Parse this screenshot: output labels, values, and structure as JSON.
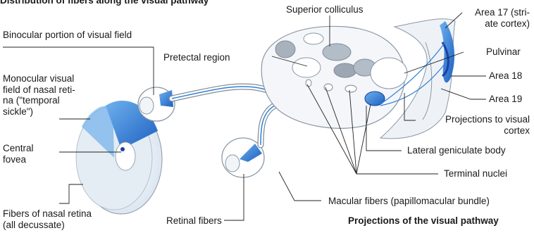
{
  "title": "Distribution of fibers along the visual pathway",
  "caption": "Projections of the visual pathway",
  "labels": {
    "binocular": "Binocular portion of visual field",
    "monocular": [
      "Monocular visual",
      "field of nasal reti-",
      "na (\"temporal",
      "sickle\")"
    ],
    "central_fovea": [
      "Central",
      "fovea"
    ],
    "nasal_retina": [
      "Fibers of nasal retina",
      "(all decussate)"
    ],
    "retinal_fibers": "Retinal fibers",
    "macular_fibers": "Macular fibers (papillomacular bundle)",
    "pretectal": "Pretectal region",
    "superior_colliculus": "Superior colliculus",
    "area17": [
      "Area 17 (stri-",
      "ate cortex)"
    ],
    "pulvinar": "Pulvinar",
    "area18": "Area 18",
    "area19": "Area 19",
    "projections": [
      "Projections to visual",
      "cortex"
    ],
    "lgb": "Lateral geniculate body",
    "terminal_nuclei": "Terminal nuclei"
  },
  "colors": {
    "accent_blue": "#2f7fd6",
    "dark_blue": "#1d3fa0",
    "light_blue": "#c9ddf0",
    "outline": "#7f8c99",
    "leader": "#222222"
  }
}
